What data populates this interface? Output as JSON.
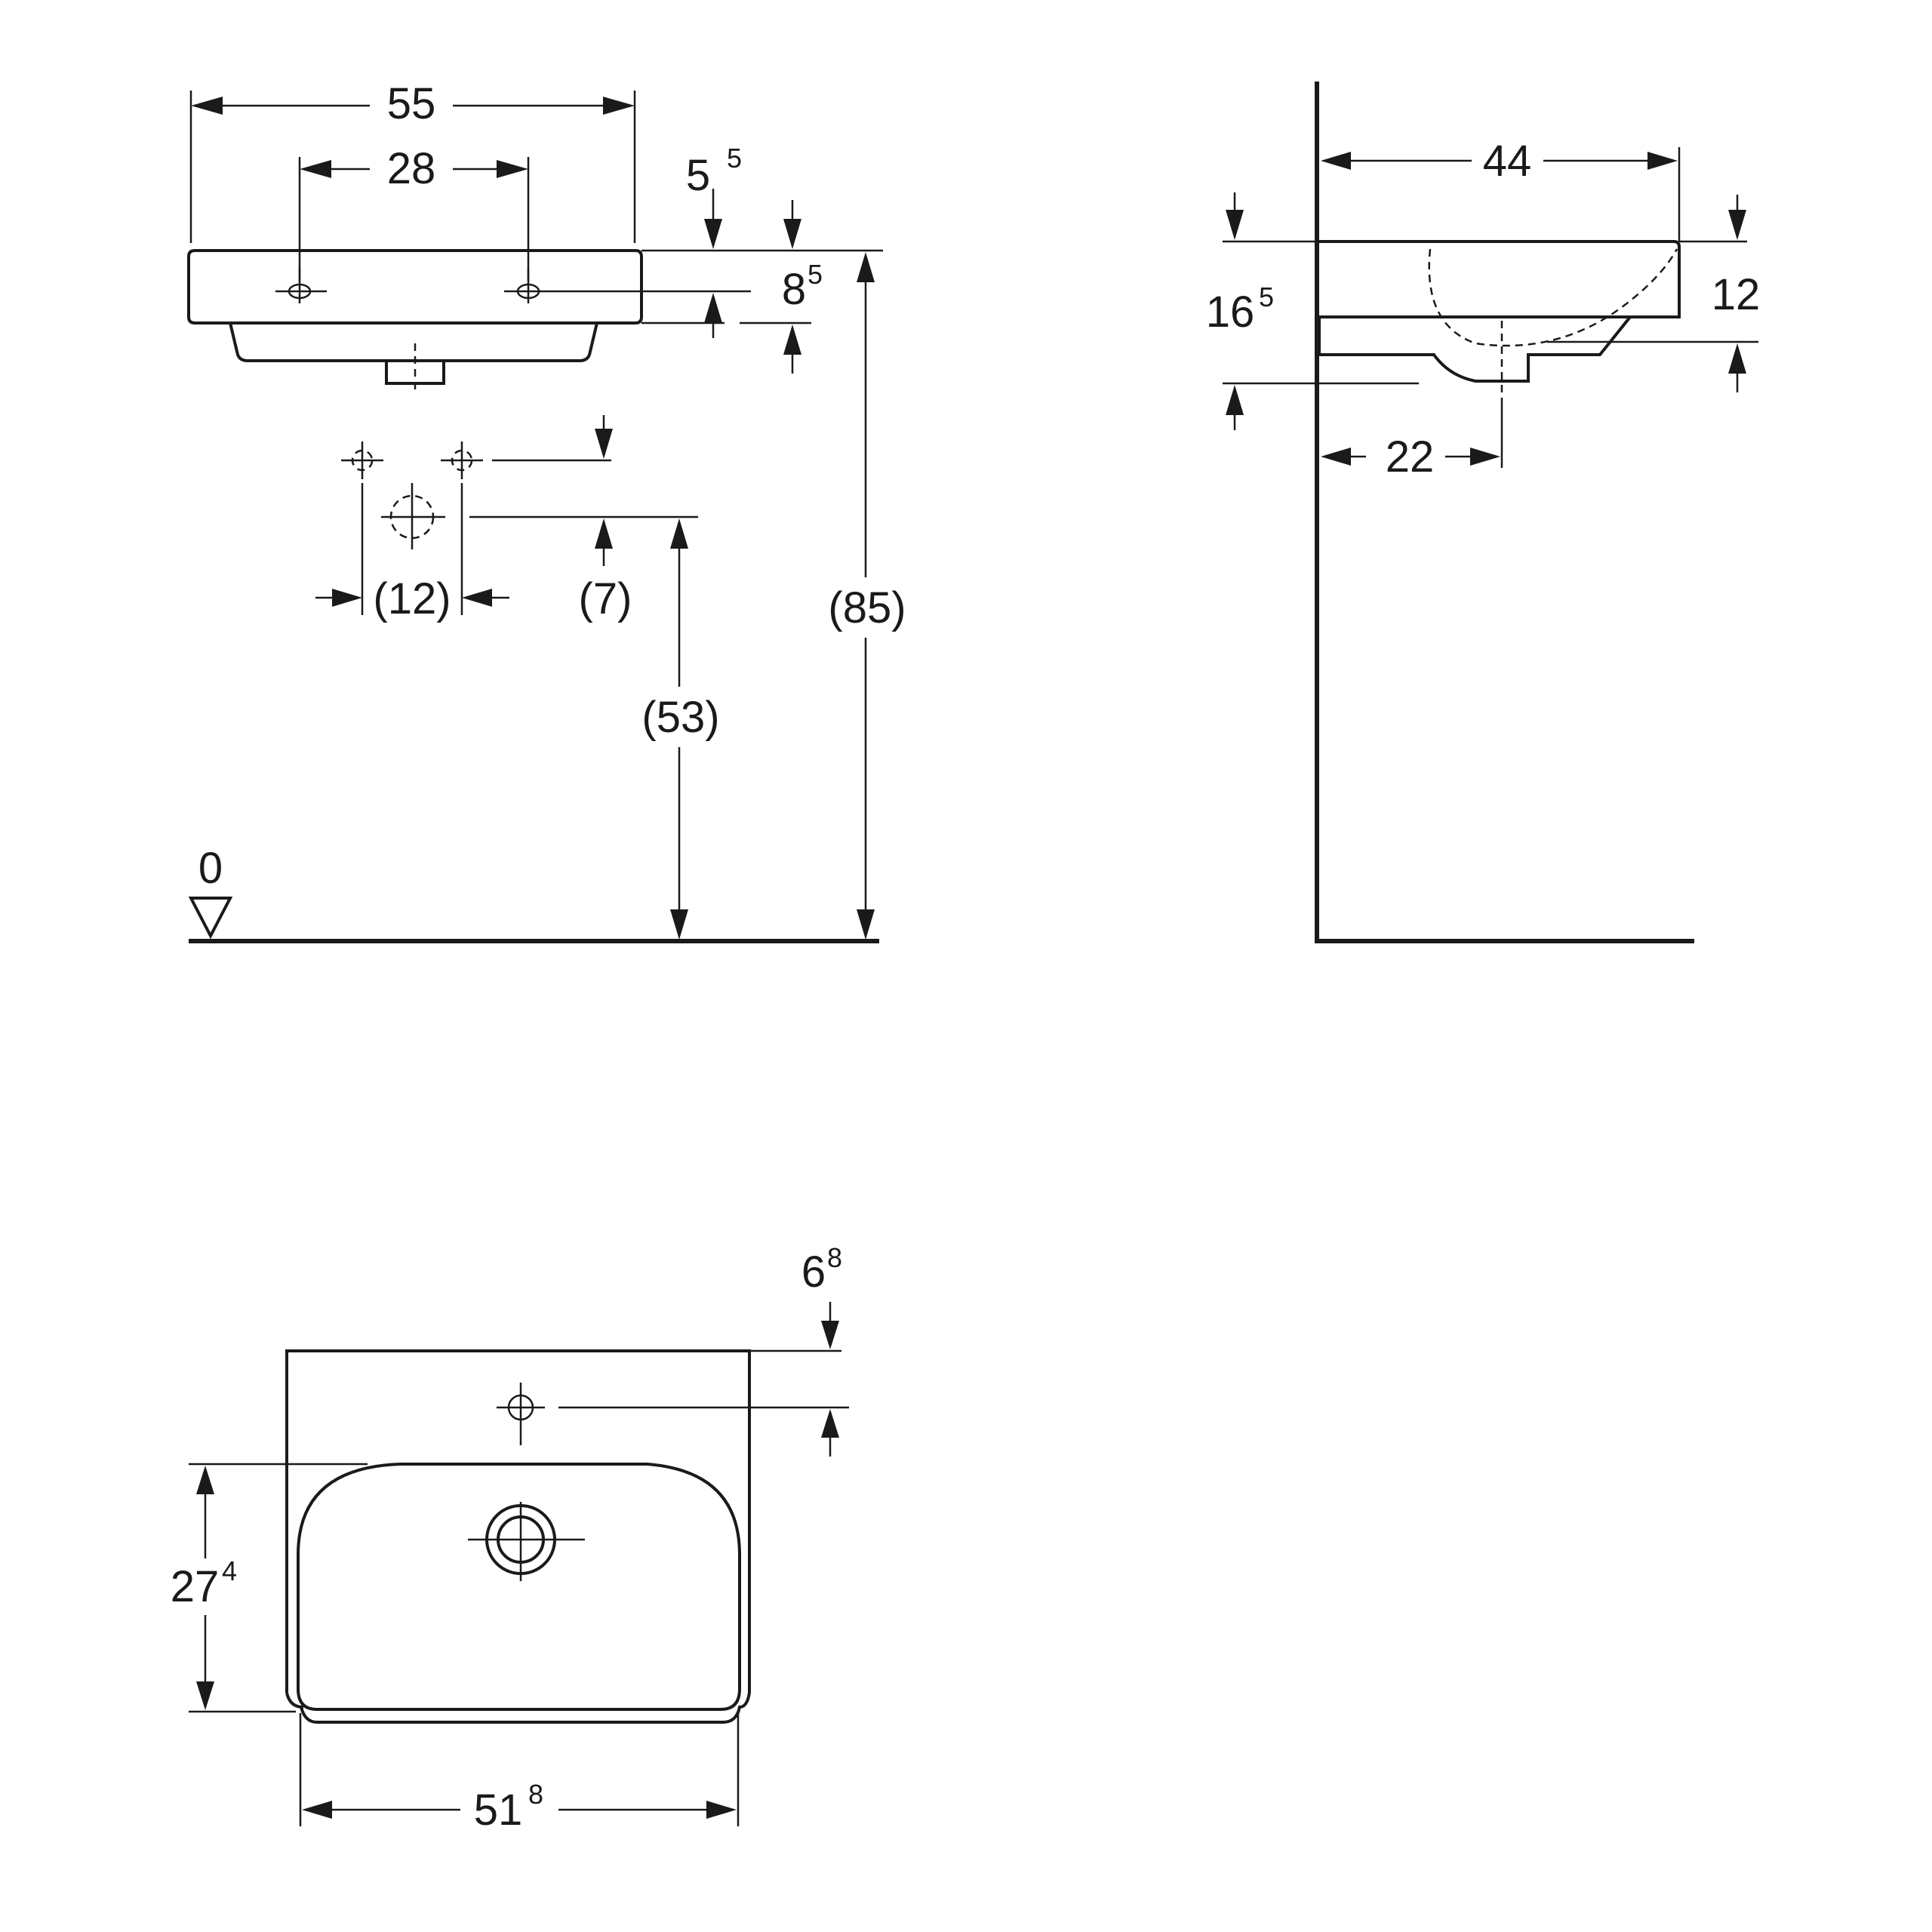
{
  "front_view": {
    "width_overall": "55",
    "tap_hole_spacing": "28",
    "rim_offset": {
      "base": "5",
      "sup": "5"
    },
    "rim_height": {
      "base": "8",
      "sup": "5"
    },
    "supply_spacing": "(12)",
    "supply_offset": "(7)",
    "waste_height": "(53)",
    "rim_height_floor": "(85)",
    "floor_level": "0"
  },
  "side_view": {
    "depth": "44",
    "drop_height": {
      "base": "16",
      "sup": "5"
    },
    "bowl_height": "12",
    "waste_offset": "22"
  },
  "top_view": {
    "tap_hole_offset": {
      "base": "6",
      "sup": "8"
    },
    "bowl_depth": {
      "base": "27",
      "sup": "4"
    },
    "bowl_width": {
      "base": "51",
      "sup": "8"
    }
  }
}
